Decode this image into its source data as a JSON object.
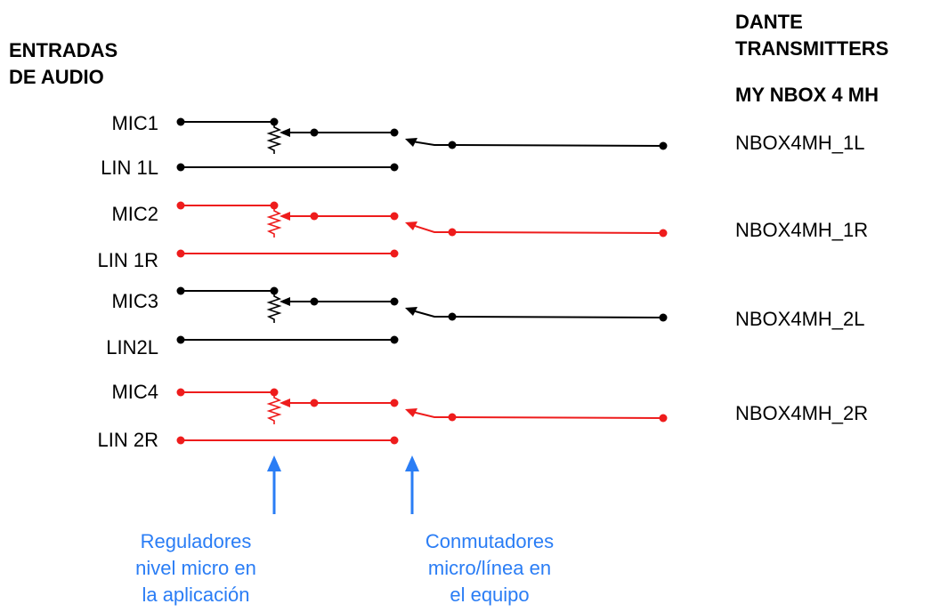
{
  "headers": {
    "inputs": [
      "ENTRADAS",
      "DE AUDIO"
    ],
    "transmitters": [
      "DANTE",
      "TRANSMITTERS"
    ],
    "device": "MY NBOX 4 MH"
  },
  "channels": [
    {
      "mic": "MIC1",
      "line": "LIN 1L",
      "output": "NBOX4MH_1L",
      "color": "#000000"
    },
    {
      "mic": "MIC2",
      "line": "LIN 1R",
      "output": "NBOX4MH_1R",
      "color": "#ee1c1c"
    },
    {
      "mic": "MIC3",
      "line": "LIN2L",
      "output": "NBOX4MH_2L",
      "color": "#000000"
    },
    {
      "mic": "MIC4",
      "line": "LIN 2R",
      "output": "NBOX4MH_2R",
      "color": "#ee1c1c"
    }
  ],
  "annotations": {
    "regulators": [
      "Reguladores",
      "nivel micro en",
      "la aplicación"
    ],
    "switches": [
      "Conmutadores",
      "micro/línea en",
      "el equipo"
    ],
    "arrow_color": "#2a7df5"
  }
}
